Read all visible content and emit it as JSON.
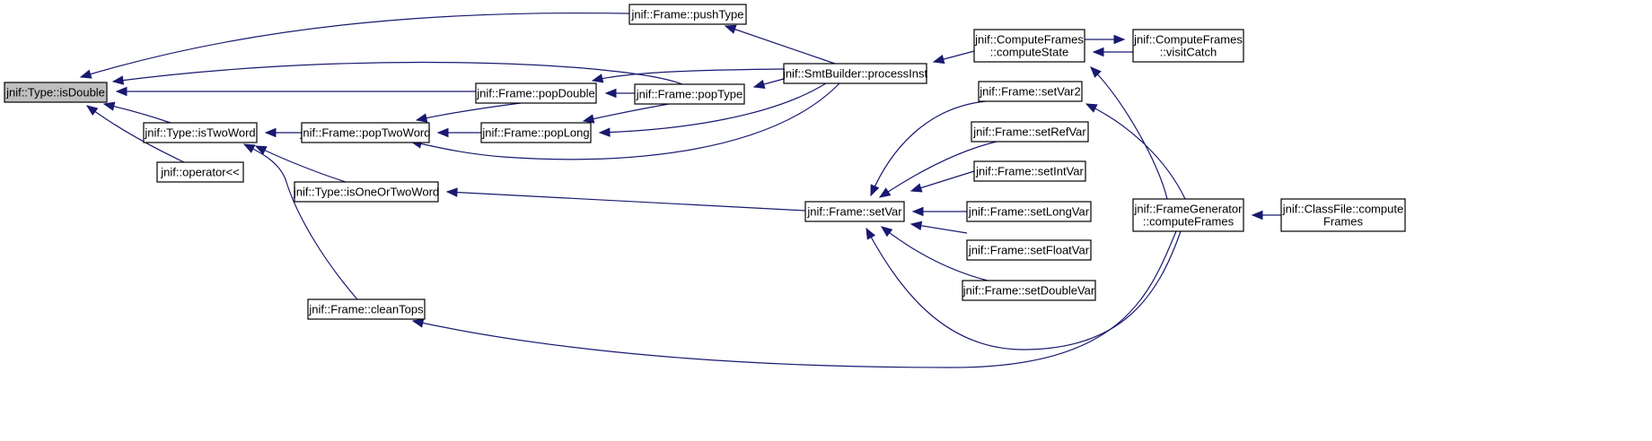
{
  "diagram": {
    "type": "call-graph",
    "focus_node": "isDouble",
    "edge_color": "#191970",
    "node_fill": "#ffffff",
    "focus_fill": "#bfbfbf",
    "nodes": [
      {
        "id": "isDouble",
        "lines": [
          "jnif::Type::isDouble"
        ]
      },
      {
        "id": "isTwoWord",
        "lines": [
          "jnif::Type::isTwoWord"
        ]
      },
      {
        "id": "operatorLL",
        "lines": [
          "jnif::operator<<"
        ]
      },
      {
        "id": "popTwoWord",
        "lines": [
          "jnif::Frame::popTwoWord"
        ]
      },
      {
        "id": "isOneOrTwoWord",
        "lines": [
          "jnif::Type::isOneOrTwoWord"
        ]
      },
      {
        "id": "cleanTops",
        "lines": [
          "jnif::Frame::cleanTops"
        ]
      },
      {
        "id": "popDouble",
        "lines": [
          "jnif::Frame::popDouble"
        ]
      },
      {
        "id": "popLong",
        "lines": [
          "jnif::Frame::popLong"
        ]
      },
      {
        "id": "pushType",
        "lines": [
          "jnif::Frame::pushType"
        ]
      },
      {
        "id": "popType",
        "lines": [
          "jnif::Frame::popType"
        ]
      },
      {
        "id": "processInst",
        "lines": [
          "jnif::SmtBuilder::processInst"
        ]
      },
      {
        "id": "setVar",
        "lines": [
          "jnif::Frame::setVar"
        ]
      },
      {
        "id": "computeState",
        "lines": [
          "jnif::ComputeFrames",
          "::computeState"
        ]
      },
      {
        "id": "visitCatch",
        "lines": [
          "jnif::ComputeFrames",
          "::visitCatch"
        ]
      },
      {
        "id": "setVar2",
        "lines": [
          "jnif::Frame::setVar2"
        ]
      },
      {
        "id": "setRefVar",
        "lines": [
          "jnif::Frame::setRefVar"
        ]
      },
      {
        "id": "setIntVar",
        "lines": [
          "jnif::Frame::setIntVar"
        ]
      },
      {
        "id": "setLongVar",
        "lines": [
          "jnif::Frame::setLongVar"
        ]
      },
      {
        "id": "setFloatVar",
        "lines": [
          "jnif::Frame::setFloatVar"
        ]
      },
      {
        "id": "setDoubleVar",
        "lines": [
          "jnif::Frame::setDoubleVar"
        ]
      },
      {
        "id": "computeFrames",
        "lines": [
          "jnif::FrameGenerator",
          "::computeFrames"
        ]
      },
      {
        "id": "classFileCompute",
        "lines": [
          "jnif::ClassFile::compute",
          "Frames"
        ]
      }
    ],
    "edges": [
      {
        "from": "isTwoWord",
        "to": "isDouble"
      },
      {
        "from": "operatorLL",
        "to": "isDouble"
      },
      {
        "from": "popDouble",
        "to": "isDouble"
      },
      {
        "from": "pushType",
        "to": "isDouble"
      },
      {
        "from": "popType",
        "to": "isDouble"
      },
      {
        "from": "popTwoWord",
        "to": "isTwoWord"
      },
      {
        "from": "isOneOrTwoWord",
        "to": "isTwoWord"
      },
      {
        "from": "cleanTops",
        "to": "isTwoWord"
      },
      {
        "from": "popDouble",
        "to": "popTwoWord"
      },
      {
        "from": "popLong",
        "to": "popTwoWord"
      },
      {
        "from": "processInst",
        "to": "popTwoWord"
      },
      {
        "from": "setVar",
        "to": "isOneOrTwoWord"
      },
      {
        "from": "computeFrames",
        "to": "cleanTops"
      },
      {
        "from": "popType",
        "to": "popDouble"
      },
      {
        "from": "processInst",
        "to": "popDouble"
      },
      {
        "from": "popType",
        "to": "popLong"
      },
      {
        "from": "processInst",
        "to": "popLong"
      },
      {
        "from": "processInst",
        "to": "pushType"
      },
      {
        "from": "processInst",
        "to": "popType"
      },
      {
        "from": "computeState",
        "to": "processInst"
      },
      {
        "from": "visitCatch",
        "to": "computeState"
      },
      {
        "from": "computeState",
        "to": "visitCatch"
      },
      {
        "from": "computeFrames",
        "to": "computeState"
      },
      {
        "from": "setVar2",
        "to": "setVar"
      },
      {
        "from": "setRefVar",
        "to": "setVar"
      },
      {
        "from": "setIntVar",
        "to": "setVar"
      },
      {
        "from": "setLongVar",
        "to": "setVar"
      },
      {
        "from": "setFloatVar",
        "to": "setVar"
      },
      {
        "from": "setDoubleVar",
        "to": "setVar"
      },
      {
        "from": "computeFrames",
        "to": "setVar"
      },
      {
        "from": "computeFrames",
        "to": "setVar2"
      },
      {
        "from": "classFileCompute",
        "to": "computeFrames"
      }
    ]
  }
}
